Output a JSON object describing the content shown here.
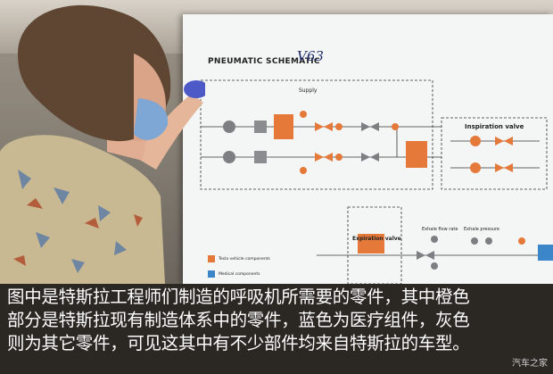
{
  "board": {
    "title": "PNEUMATIC SCHEMATIC",
    "version": "V63",
    "supply": "Supply",
    "inspiration_valve": "Inspiration valve",
    "expiration_valve": "Expiration valve",
    "exhale_flow": "Exhale flow rate",
    "exhale_pressure": "Exhale pressure",
    "legend": [
      "Tesla vehicle components",
      "Medical components"
    ]
  },
  "caption": {
    "line1": "图中是特斯拉工程师们制造的呼吸机所需要的零件，其中橙色",
    "line2": "部分是特斯拉现有制造体系中的零件，蓝色为医疗组件，灰色",
    "line3": "则为其它零件，可见这其中有不少部件均来自特斯拉的车型。"
  },
  "watermark": "汽车之家",
  "colors": {
    "tesla_orange": "#e4793a",
    "medical_blue": "#3a86c8",
    "other_gray": "#7d7f82",
    "caption_bg": "#2b2723"
  }
}
